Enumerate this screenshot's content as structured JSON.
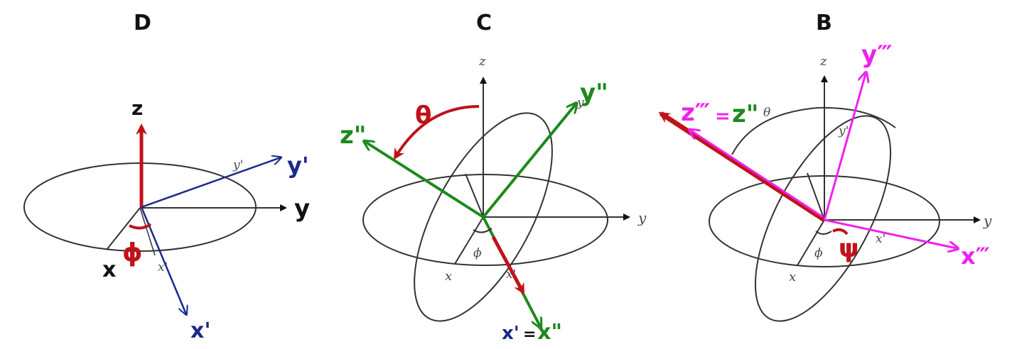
{
  "colors": {
    "black": "#111111",
    "gray": "#4a4a4a",
    "red": "#c0121a",
    "blue": "#1a2a8a",
    "green": "#1c8a1c",
    "magenta": "#ee22ee"
  },
  "panels": [
    {
      "heading": "D",
      "labels": {
        "z": "z",
        "y": "y",
        "x": "x",
        "y_prime_small": "y'",
        "x_prime_small": "x'",
        "y_prime": "y'",
        "x_prime": "x'",
        "phi": "ϕ"
      }
    },
    {
      "heading": "C",
      "labels": {
        "z": "z",
        "y": "y",
        "x": "x",
        "phi": "ϕ",
        "y_prime_small": "y'",
        "x_prime_small": "x'",
        "theta": "θ",
        "z_dbl": "z\"",
        "y_dbl": "y\"",
        "x_prime": "x'",
        "equals": "=",
        "x_dbl": "x\""
      }
    },
    {
      "heading": "B",
      "labels": {
        "z": "z",
        "y": "y",
        "x": "x",
        "phi": "ϕ",
        "theta_small": "θ",
        "y_prime_small": "y'",
        "x_prime_small": "x'",
        "z_trip": "z‴",
        "equals": "=",
        "z_dbl": "z\"",
        "y_trip": "y‴",
        "x_trip": "x‴",
        "psi": "ψ"
      }
    }
  ]
}
